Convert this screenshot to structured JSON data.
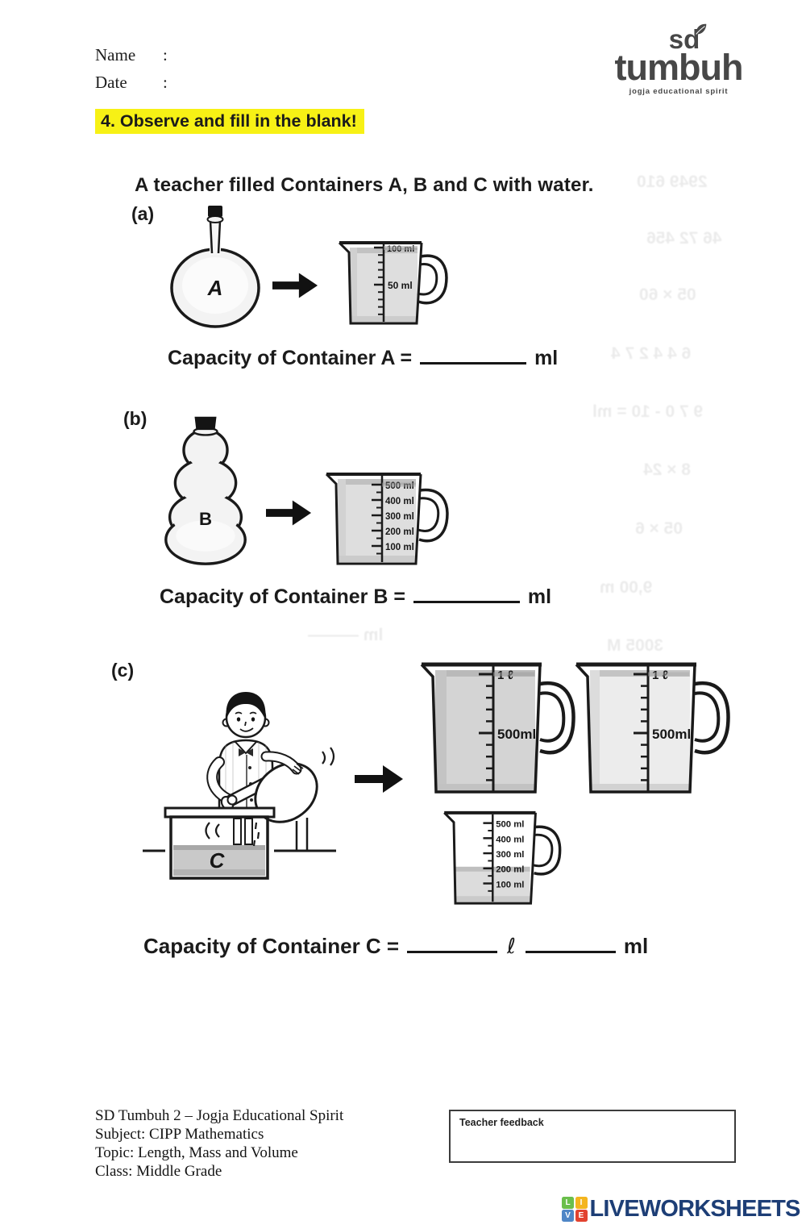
{
  "header": {
    "name_label": "Name",
    "date_label": "Date",
    "colon": ":",
    "logo": {
      "top": "sd",
      "main": "tumbuh",
      "tagline": "jogja educational spirit"
    }
  },
  "title": "4. Observe and fill in the blank!",
  "intro": "A teacher filled Containers A, B and C with water.",
  "sections": {
    "a": {
      "label": "(a)",
      "letter": "A",
      "scale": [
        "100 ml",
        "50 ml"
      ],
      "caption": "Capacity of Container A =",
      "unit": "ml"
    },
    "b": {
      "label": "(b)",
      "letter": "B",
      "scale": [
        "500 ml",
        "400 ml",
        "300 ml",
        "200 ml",
        "100 ml"
      ],
      "caption": "Capacity of Container B =",
      "unit": "ml"
    },
    "c": {
      "label": "(c)",
      "letter": "C",
      "jug_top": "1 ℓ",
      "jug_mid": "500ml",
      "small_scale": [
        "500 ml",
        "400 ml",
        "300 ml",
        "200 ml",
        "100 ml"
      ],
      "caption": "Capacity of Container C =",
      "unit_l": "ℓ",
      "unit_ml": "ml"
    }
  },
  "footer": {
    "school_lines": [
      "SD Tumbuh 2 – Jogja Educational Spirit",
      "Subject: CIPP Mathematics",
      "Topic: Length, Mass and Volume",
      "Class: Middle Grade"
    ],
    "feedback_label": "Teacher feedback",
    "brand_text": "LIVEWORKSHEETS",
    "brand_squares": [
      "L",
      "I",
      "V",
      "E"
    ]
  },
  "ghost_marks": [
    "2949 610",
    "46 72 456",
    "05 × 60",
    "6 4 4 2 7 4",
    "9 7 0 - 10 = ml",
    "8 × 24",
    "05 × 6",
    "9,00 m",
    "3005 M",
    "lm ———"
  ],
  "colors": {
    "highlight_yellow": "#f7f115",
    "ink": "#1b1b1b",
    "logo_gray": "#474747",
    "water_gray": "#dadada",
    "brand_navy": "#1d3e76",
    "square_green": "#6abf4b",
    "square_yellow": "#f4b51e",
    "square_blue": "#4f86c6",
    "square_red": "#e2422f"
  }
}
